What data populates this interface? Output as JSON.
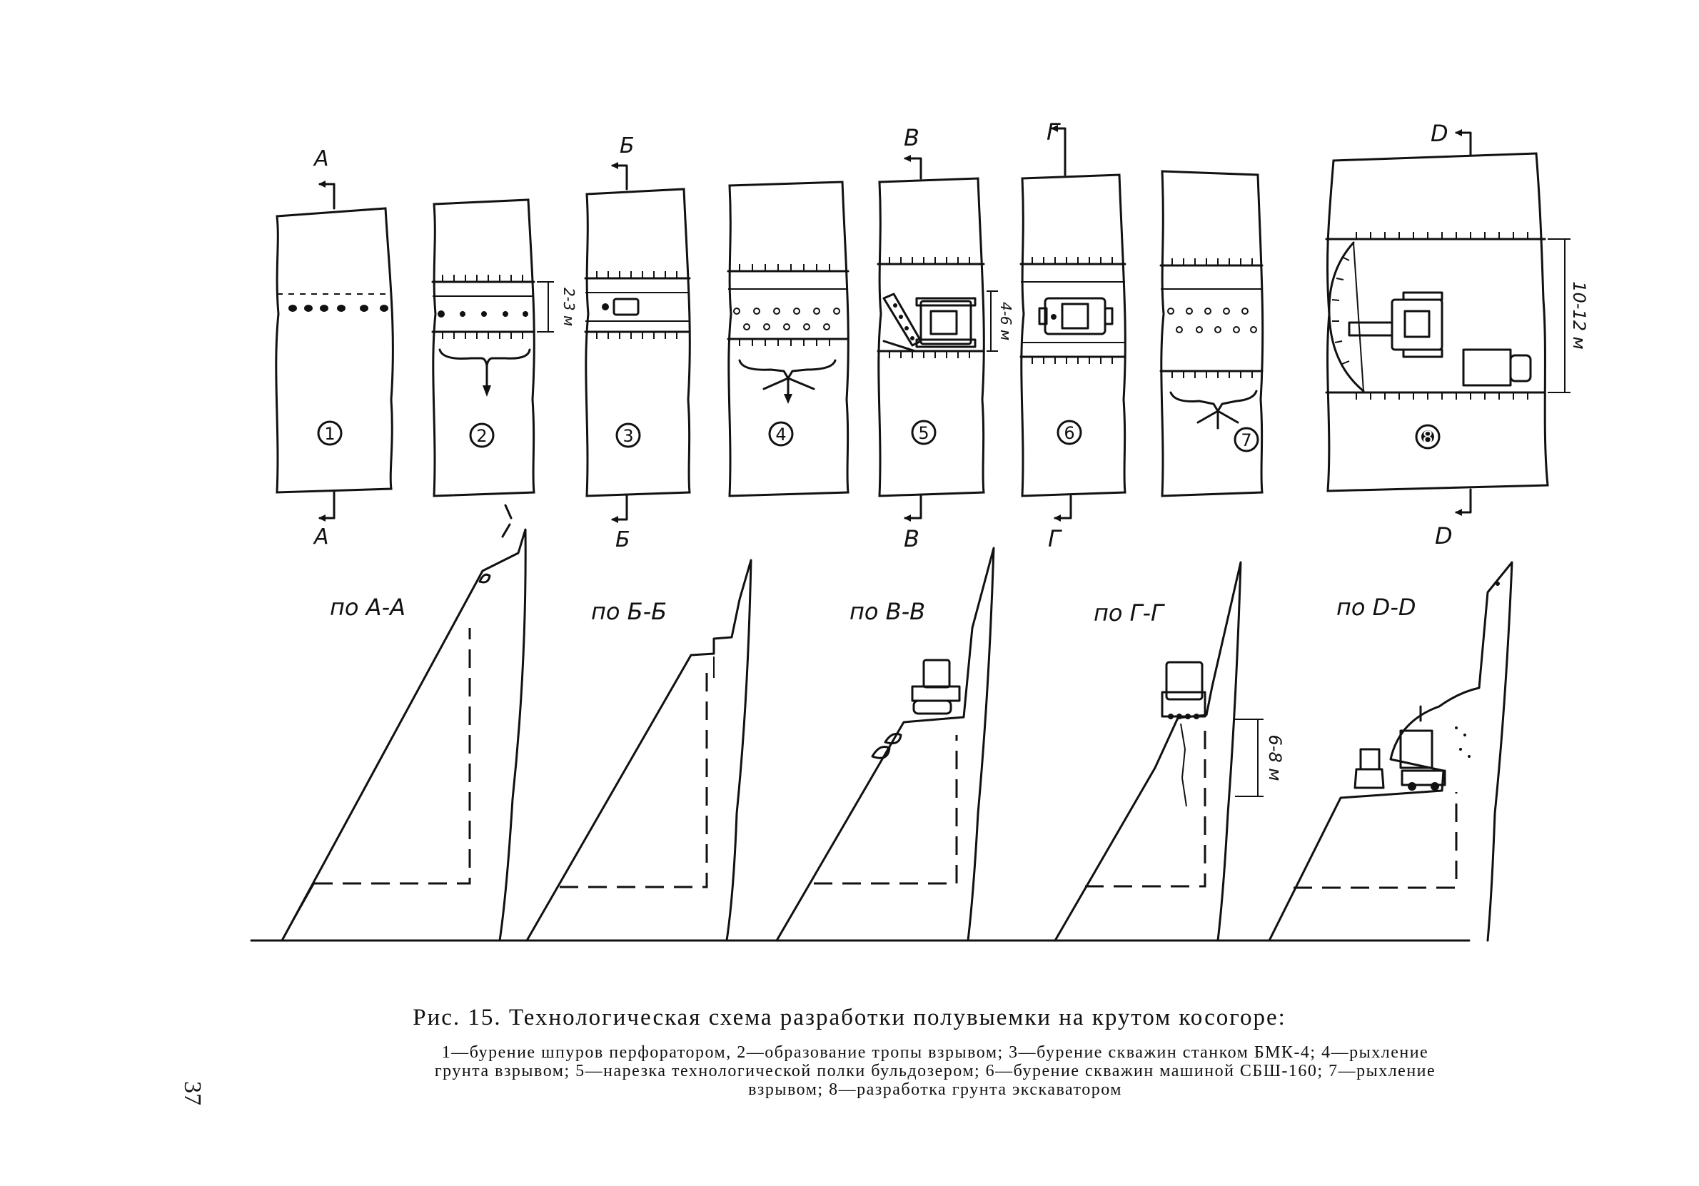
{
  "plan_views": [
    {
      "number": "1",
      "section_top": "А",
      "section_bottom": "А"
    },
    {
      "number": "2",
      "section_top": "",
      "section_bottom": ""
    },
    {
      "number": "3",
      "section_top": "Б",
      "section_bottom": "Б"
    },
    {
      "number": "4",
      "section_top": "",
      "section_bottom": ""
    },
    {
      "number": "5",
      "section_top": "В",
      "section_bottom": "В"
    },
    {
      "number": "6",
      "section_top": "Г",
      "section_bottom": "Г"
    },
    {
      "number": "7",
      "section_top": "",
      "section_bottom": ""
    },
    {
      "number": "8",
      "section_top": "D",
      "section_bottom": "D"
    }
  ],
  "dimensions": {
    "trail_width": "2-3 м",
    "shelf_width": "4-6 м",
    "excavation_width": "10-12 м",
    "bench_height": "6-8 м"
  },
  "cross_sections": [
    {
      "label": "по А-А"
    },
    {
      "label": "по Б-Б"
    },
    {
      "label": "по В-В"
    },
    {
      "label": "по Г-Г"
    },
    {
      "label": "по D-D"
    }
  ],
  "caption": {
    "title": "Рис. 15. Технологическая схема разработки полувыемки на крутом косогоре:",
    "legend_lines": [
      "1—бурение шпуров перфоратором, 2—образование тропы взрывом; 3—бурение скважин станком БМК-4; 4—рыхление",
      "грунта взрывом; 5—нарезка технологической полки бульдозером; 6—бурение скважин машиной СБШ-160; 7—рыхление",
      "взрывом; 8—разработка грунта экскаватором"
    ]
  },
  "page_number": "37"
}
